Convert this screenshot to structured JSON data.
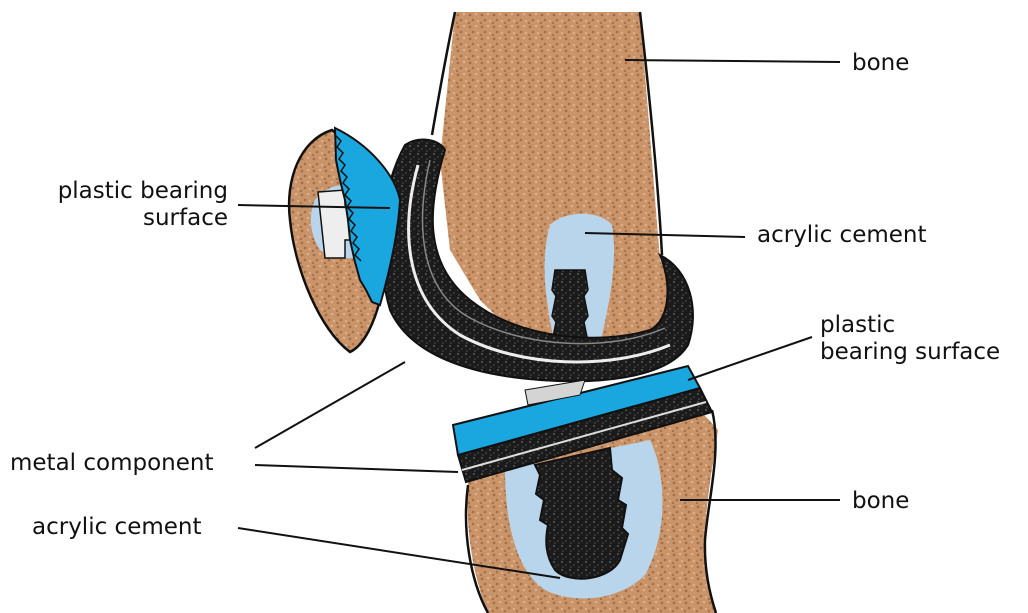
{
  "labels": {
    "bone_upper": "bone",
    "plastic_bearing_left_line1": "plastic bearing",
    "plastic_bearing_left_line2": "surface",
    "acrylic_cement_upper": "acrylic cement",
    "plastic_bearing_right_line1": "plastic",
    "plastic_bearing_right_line2": "bearing surface",
    "metal_component": "metal component",
    "bone_lower": "bone",
    "acrylic_cement_lower": "acrylic cement"
  },
  "colors": {
    "bone": "#c9946a",
    "bone_speckle": "#a86f44",
    "cement": "#b9d5ec",
    "plastic": "#1aa7e0",
    "metal": "#1b1b1b",
    "outline": "#111111"
  }
}
